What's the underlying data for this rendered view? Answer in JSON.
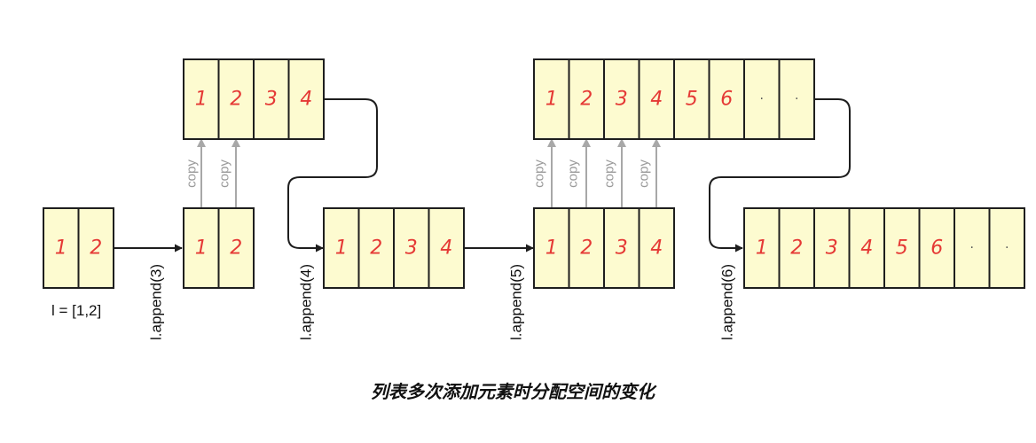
{
  "caption": "列表多次添加元素时分配空间的变化",
  "initial_label": "l = [1,2]",
  "copy_label": "copy",
  "append_labels": [
    "l.append(3)",
    "l.append(4)",
    "l.append(5)",
    "l.append(6)"
  ],
  "arrays": [
    {
      "id": "initial",
      "cells": [
        "1",
        "2"
      ]
    },
    {
      "id": "after-append-3",
      "cells": [
        "1",
        "2"
      ]
    },
    {
      "id": "resized-4",
      "cells": [
        "1",
        "2",
        "3",
        "4"
      ]
    },
    {
      "id": "after-append-4",
      "cells": [
        "1",
        "2",
        "3",
        "4"
      ]
    },
    {
      "id": "after-append-5",
      "cells": [
        "1",
        "2",
        "3",
        "4"
      ]
    },
    {
      "id": "resized-8",
      "cells": [
        "1",
        "2",
        "3",
        "4",
        "5",
        "6",
        "·",
        "·"
      ]
    },
    {
      "id": "after-append-6",
      "cells": [
        "1",
        "2",
        "3",
        "4",
        "5",
        "6",
        "·",
        "·"
      ]
    }
  ],
  "colors": {
    "cell_fill": "#fdfbd0",
    "cell_text": "#e53935",
    "copy_arrow": "#a8a8a8",
    "pointer_arrow": "#1e1e1e"
  }
}
